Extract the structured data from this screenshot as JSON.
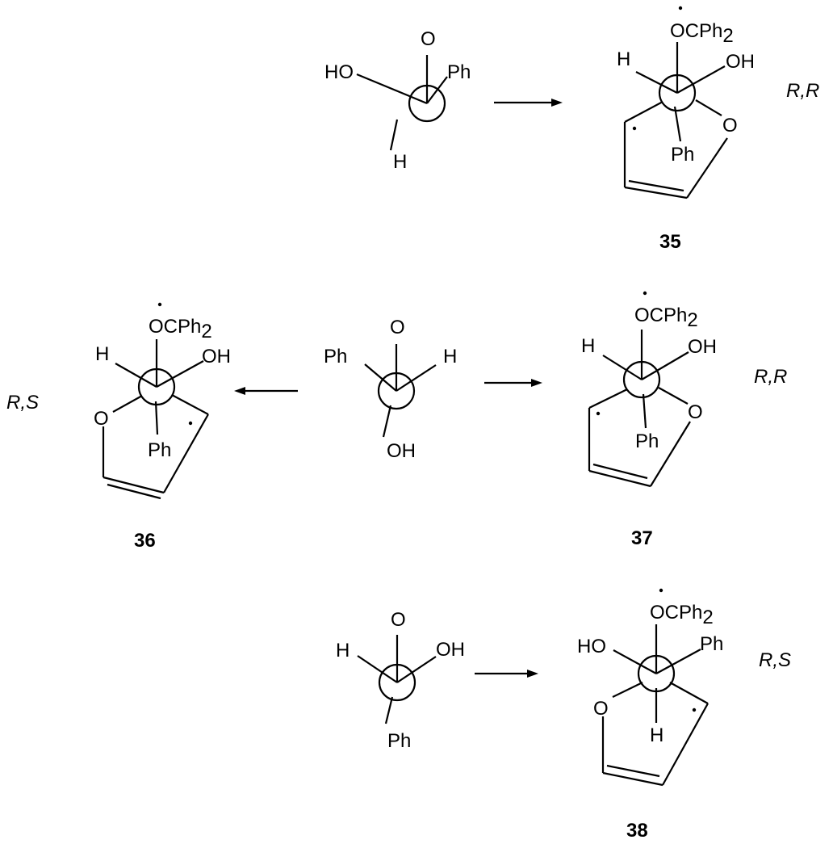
{
  "labels": {
    "O": "O",
    "H": "H",
    "OH": "OH",
    "HO": "HO",
    "Ph": "Ph",
    "OCPh": "OCPh",
    "sub2": "2"
  },
  "compounds": {
    "c35": {
      "number": "35",
      "stereo": "R,R"
    },
    "c36": {
      "number": "36",
      "stereo": "R,S"
    },
    "c37": {
      "number": "37",
      "stereo": "R,R"
    },
    "c38": {
      "number": "38",
      "stereo": "R,S"
    }
  }
}
